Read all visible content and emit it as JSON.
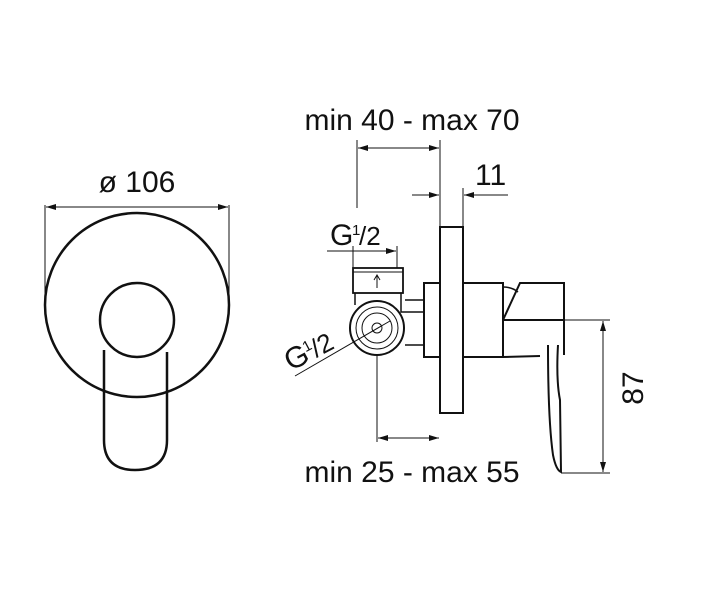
{
  "dimensions": {
    "diameter": "ø 106",
    "wall_depth": "min 40 - max 70",
    "plate_thickness": "11",
    "thread_top": {
      "letter": "G",
      "fraction_num": "1",
      "fraction_den": "/2"
    },
    "thread_side": {
      "letter": "G",
      "fraction_num": "1",
      "fraction_den": "/2"
    },
    "height": "87",
    "connection_depth": "min 25 - max 55"
  },
  "colors": {
    "line": "#111111",
    "background": "#ffffff"
  }
}
